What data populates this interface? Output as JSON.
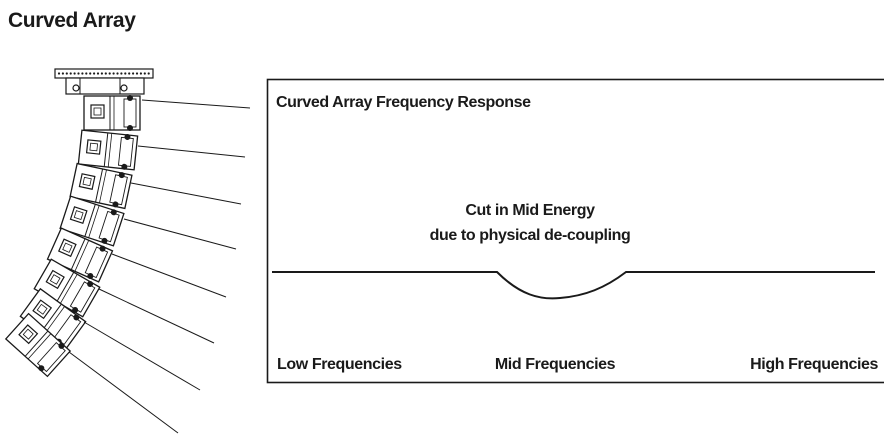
{
  "page": {
    "title": "Curved Array"
  },
  "response_chart": {
    "title": "Curved Array Frequency Response",
    "annotation_line1": "Cut in Mid Energy",
    "annotation_line2": "due to physical de-coupling",
    "x_labels": {
      "low": "Low Frequencies",
      "mid": "Mid Frequencies",
      "high": "High Frequencies"
    }
  }
}
